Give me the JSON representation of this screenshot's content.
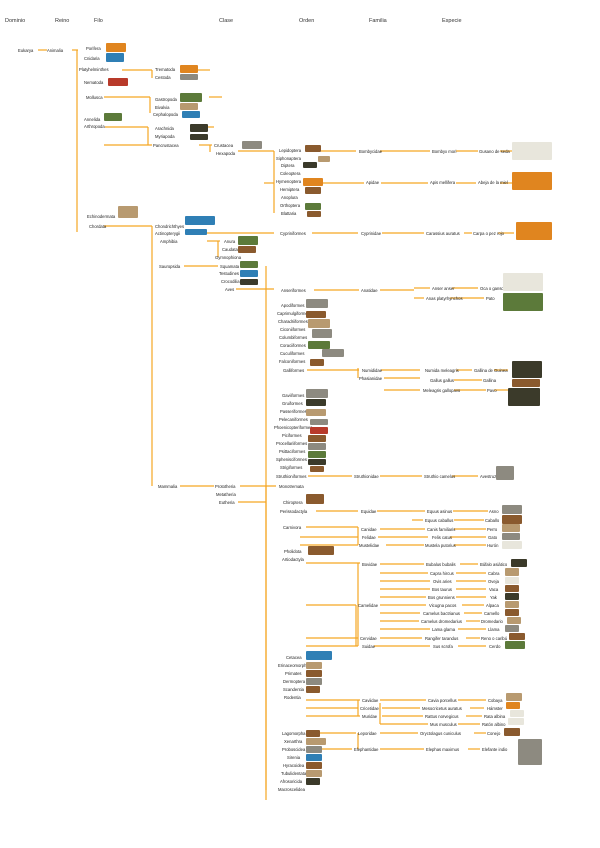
{
  "headers": [
    "Dominio",
    "Reino",
    "Filo",
    "Clase",
    "Orden",
    "Familia",
    "Especie"
  ],
  "line_color": "#f5a623",
  "photo_colors": {
    "dark": "#3b3a2a",
    "green": "#5c7a3a",
    "brown": "#8a5a2e",
    "blue": "#2f7fb5",
    "orange": "#e0851f",
    "grey": "#8d8a80",
    "tan": "#b89a70",
    "white": "#e8e6dc",
    "red": "#b83a2a"
  },
  "labels": [
    "Eukarya",
    "Animalia",
    "Porifera",
    "Cnidaria",
    "Platyhelminthes",
    "Nematoda",
    "Mollusca",
    "Annelida",
    "Arthropoda",
    "Echinodermata",
    "Chordata",
    "Trematoda",
    "Cestoda",
    "Gastropoda",
    "Bivalvia",
    "Cephalopoda",
    "Arachnida",
    "Myriapoda",
    "Pancrustacea",
    "Crustacea",
    "Hexapoda",
    "Lepidoptera",
    "Siphonaptera",
    "Diptera",
    "Coleoptera",
    "Hymenoptera",
    "Hemiptera",
    "Anoplura",
    "Orthoptera",
    "Blattaria",
    "Bombycidae",
    "Apidae",
    "Bombyx mori",
    "Apis mellifera",
    "Gusano de seda",
    "Abeja de la miel",
    "Chondrichthyes",
    "Actinopterygii",
    "Amphibia",
    "Anura",
    "Caudata",
    "Gymnophiona",
    "Sauropsida",
    "Squamata",
    "Testudines",
    "Crocodilia",
    "Aves",
    "Cypriniformes",
    "Cyprinidae",
    "Carassius auratus",
    "Carpa o pez rojo",
    "Anseriformes",
    "Anatidae",
    "Anser anser",
    "Anas platyrhynchos",
    "Oca o ganso",
    "Pato",
    "Apodiformes",
    "Caprimulgiformes",
    "Charadriiformes",
    "Ciconiiformes",
    "Columbiformes",
    "Coraciiformes",
    "Cuculiformes",
    "Falconiformes",
    "Galliformes",
    "Numididae",
    "Phasianidae",
    "Numida meleagris",
    "Gallus gallus",
    "Meleagris gallopavo",
    "Gallina de Guinea",
    "Gallina",
    "Pavo",
    "Gaviiformes",
    "Gruiformes",
    "Passeriformes",
    "Pelecaniformes",
    "Phoenicopteriformes",
    "Piciformes",
    "Procellariiformes",
    "Psittaciformes",
    "Sphenisciformes",
    "Strigiformes",
    "Struthioniformes",
    "Struthionidae",
    "Struthio camelus",
    "Avestruz",
    "Mammalia",
    "Prototheria",
    "Metatheria",
    "Eutheria",
    "Monotremata",
    "Chiroptera",
    "Perissodactyla",
    "Equidae",
    "Equus asinus",
    "Equus caballus",
    "Asno",
    "Caballo",
    "Carnivora",
    "Canidae",
    "Felidae",
    "Mustelidae",
    "Canis familiaris",
    "Felis catus",
    "Mustela putorius",
    "Perro",
    "Gato",
    "Hurón",
    "Pholidota",
    "Artiodactyla",
    "Bovidae",
    "Bubalus bubalis",
    "Capra hircus",
    "Ovis aries",
    "Bos taurus",
    "Bos grunniens",
    "Búfalo asiático",
    "Cabra",
    "Oveja",
    "Vaca",
    "Yak",
    "Camelidae",
    "Vicugna pacos",
    "Camelus bactrianus",
    "Camelus dromedarius",
    "Lama glama",
    "Alpaca",
    "Camello",
    "Dromedario",
    "Llama",
    "Cervidae",
    "Suidae",
    "Rangifer tarandus",
    "Sus scrofa",
    "Reno o caribú",
    "Cerdo",
    "Cetacea",
    "Erinaceomorpha",
    "Primates",
    "Dermoptera",
    "Scandentia",
    "Rodentia",
    "Caviidae",
    "Cricetidae",
    "Muridae",
    "Cavia porcellus",
    "Mesocricetus auratus",
    "Rattus norvegicus",
    "Mus musculus",
    "Cobaya",
    "Hámster",
    "Rata albina",
    "Ratón albino",
    "Lagomorpha",
    "Xenarthra",
    "Proboscidea",
    "Sirenia",
    "Hyracoidea",
    "Tubulidentata",
    "Afrosoricida",
    "Macroscelidea",
    "Leporidae",
    "Elephantidae",
    "Oryctolagus cuniculus",
    "Elephas maximus",
    "Conejo",
    "Elefante indio"
  ]
}
